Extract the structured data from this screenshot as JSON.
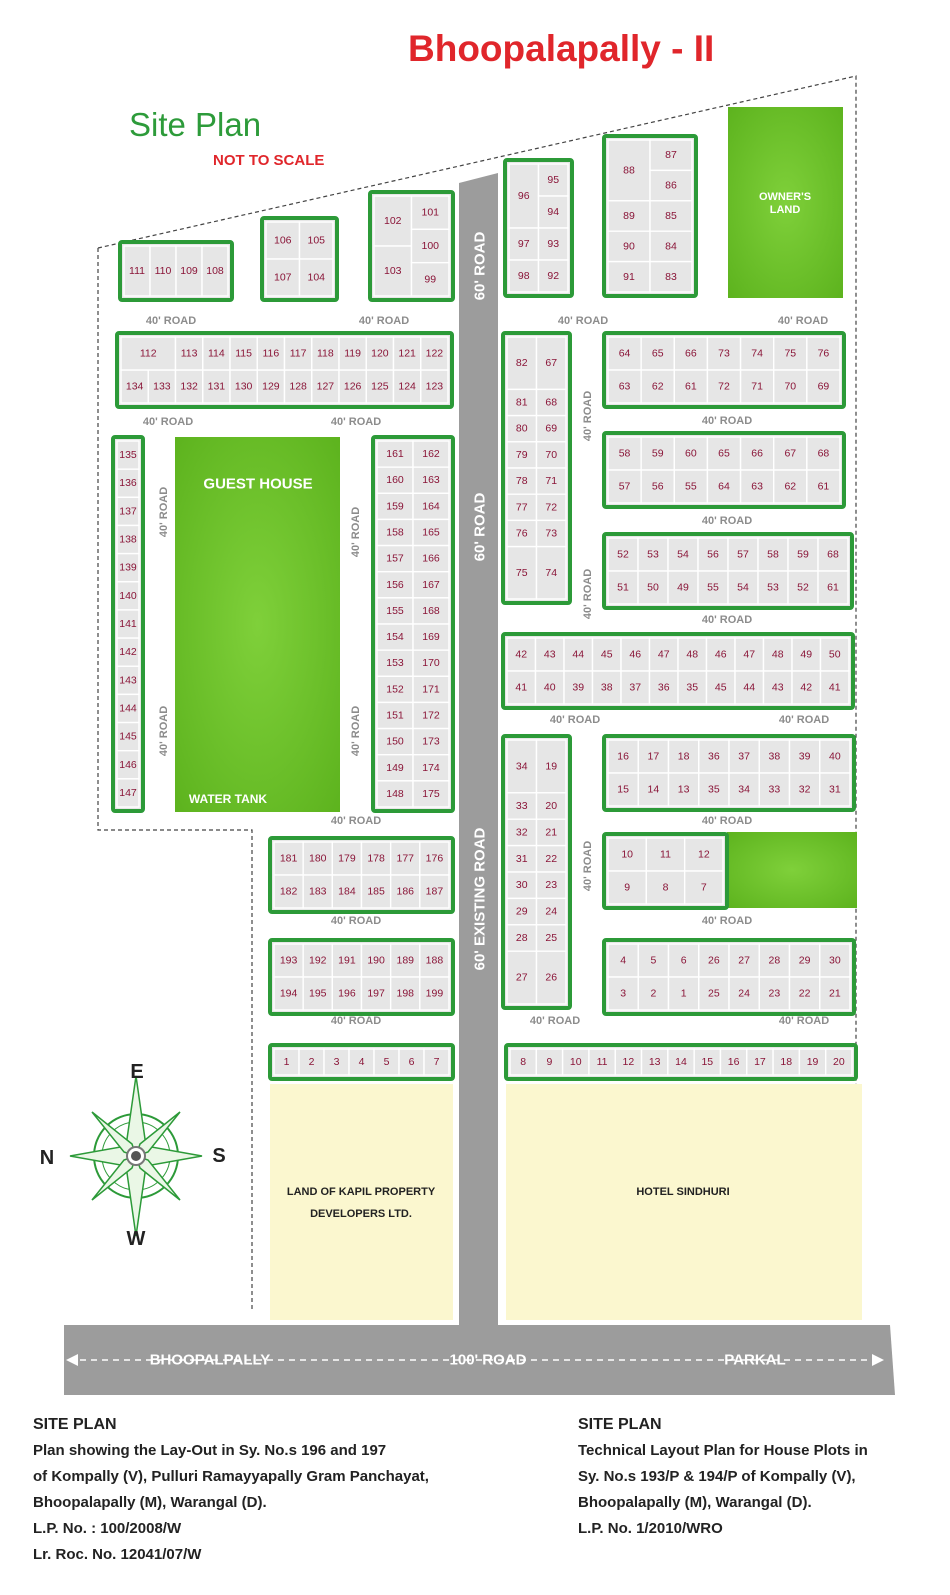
{
  "title": "Bhoopalapally - II",
  "subtitle": "Site Plan",
  "scale_note": "NOT TO SCALE",
  "colors": {
    "title": "#e0262b",
    "subtitle": "#2d9b3a",
    "green_fill": "#6cc127",
    "plot_fill": "#e6e6e6",
    "plot_border": "#2c9a38",
    "plot_number": "#8a1538",
    "road": "#9c9c9c",
    "land_fill": "#fbf7cf"
  },
  "zones": {
    "guest_house": "GUEST HOUSE",
    "water_tank": "WATER TANK",
    "owners_land_1": "OWNER'S",
    "owners_land_2": "LAND",
    "kapil_1": "LAND OF KAPIL PROPERTY",
    "kapil_2": "DEVELOPERS LTD.",
    "hotel": "HOTEL SINDHURI"
  },
  "roads": {
    "r40": "40' ROAD",
    "r60": "60' ROAD",
    "r60_existing": "60' EXISTING ROAD",
    "r100": "100' ROAD",
    "west_end": "BHOOPALPALLY",
    "east_end": "PARKAL"
  },
  "compass": {
    "n": "N",
    "s": "S",
    "e": "E",
    "w": "W"
  },
  "note_left": {
    "heading": "SITE PLAN",
    "lines": [
      "Plan showing the Lay-Out in Sy. No.s 196 and 197",
      "of Kompally (V), Pulluri Ramayyapally Gram Panchayat,",
      "Bhoopalapally (M), Warangal (D).",
      "L.P. No. : 100/2008/W",
      "Lr. Roc. No. 12041/07/W"
    ]
  },
  "note_right": {
    "heading": "SITE PLAN",
    "lines": [
      "Technical Layout Plan for House Plots in",
      "Sy. No.s 193/P & 194/P of Kompally (V),",
      "Bhoopalapally (M), Warangal (D).",
      "L.P. No. 1/2010/WRO"
    ]
  },
  "plots": [
    {
      "id": "A",
      "rows": [
        [
          111,
          110,
          109,
          108
        ]
      ]
    },
    {
      "id": "B",
      "rows": [
        [
          106,
          105
        ],
        [
          107,
          104
        ]
      ]
    },
    {
      "id": "C",
      "rows": [
        [
          101
        ],
        [
          100
        ],
        [
          99
        ]
      ],
      "big": [
        102,
        103
      ]
    },
    {
      "id": "D",
      "rows": [
        [
          96,
          95
        ],
        [
          96,
          94
        ],
        [
          97,
          93
        ],
        [
          98,
          92
        ]
      ]
    },
    {
      "id": "E",
      "rows": [
        [
          88,
          87
        ],
        [
          88,
          86
        ],
        [
          89,
          85
        ],
        [
          90,
          84
        ],
        [
          91,
          83
        ]
      ]
    },
    {
      "id": "F",
      "rows": [
        [
          112,
          113,
          114,
          115,
          116,
          117,
          118,
          119,
          120,
          121,
          122
        ],
        [
          134,
          133,
          132,
          131,
          130,
          129,
          128,
          127,
          126,
          125,
          124,
          123
        ]
      ]
    },
    {
      "id": "G",
      "rows": [
        [
          135,
          136,
          137,
          138,
          139,
          140,
          141,
          142,
          143,
          144,
          145,
          146,
          147
        ]
      ]
    },
    {
      "id": "H",
      "rows": [
        [
          161,
          162
        ],
        [
          160,
          163
        ],
        [
          159,
          164
        ],
        [
          158,
          165
        ],
        [
          157,
          166
        ],
        [
          156,
          167
        ],
        [
          155,
          168
        ],
        [
          154,
          169
        ],
        [
          153,
          170
        ],
        [
          152,
          171
        ],
        [
          151,
          172
        ],
        [
          150,
          173
        ],
        [
          149,
          174
        ],
        [
          148,
          175
        ]
      ]
    },
    {
      "id": "I",
      "rows": [
        [
          82,
          67
        ],
        [
          81,
          68
        ],
        [
          80,
          69
        ],
        [
          79,
          70
        ],
        [
          78,
          71
        ],
        [
          77,
          72
        ],
        [
          76,
          73
        ],
        [
          75,
          74
        ]
      ]
    },
    {
      "id": "J",
      "rows": [
        [
          64,
          65,
          66,
          73,
          74,
          75,
          76
        ],
        [
          63,
          62,
          61,
          72,
          71,
          70,
          69
        ]
      ]
    },
    {
      "id": "K",
      "rows": [
        [
          58,
          59,
          60,
          65,
          66,
          67,
          68
        ],
        [
          57,
          56,
          55,
          64,
          63,
          62,
          61
        ]
      ]
    },
    {
      "id": "L",
      "rows": [
        [
          52,
          53,
          54,
          56,
          57,
          58,
          59,
          68
        ],
        [
          51,
          50,
          49,
          55,
          54,
          53,
          52,
          61
        ]
      ]
    },
    {
      "id": "M",
      "rows": [
        [
          42,
          43,
          44,
          45,
          46,
          47,
          48,
          46,
          47,
          48,
          49,
          50
        ],
        [
          41,
          40,
          39,
          38,
          37,
          36,
          35,
          45,
          44,
          43,
          42,
          41
        ]
      ]
    },
    {
      "id": "N",
      "rows": [
        [
          34,
          19
        ],
        [
          33,
          20
        ],
        [
          32,
          21
        ],
        [
          31,
          22
        ],
        [
          30,
          23
        ],
        [
          29,
          24
        ],
        [
          28,
          25
        ],
        [
          27,
          26
        ]
      ]
    },
    {
      "id": "O",
      "rows": [
        [
          16,
          17,
          18,
          36,
          37,
          38,
          39,
          40
        ],
        [
          15,
          14,
          13,
          35,
          34,
          33,
          32,
          31
        ]
      ]
    },
    {
      "id": "P",
      "rows": [
        [
          181,
          180,
          179,
          178,
          177,
          176
        ],
        [
          182,
          183,
          184,
          185,
          186,
          187
        ]
      ]
    },
    {
      "id": "Q",
      "rows": [
        [
          10,
          11,
          12
        ],
        [
          9,
          8,
          7
        ]
      ]
    },
    {
      "id": "R",
      "rows": [
        [
          193,
          192,
          191,
          190,
          189,
          188
        ],
        [
          194,
          195,
          196,
          197,
          198,
          199
        ]
      ]
    },
    {
      "id": "S",
      "rows": [
        [
          4,
          5,
          6,
          26,
          27,
          28,
          29,
          30
        ],
        [
          3,
          2,
          1,
          25,
          24,
          23,
          22,
          21
        ]
      ]
    },
    {
      "id": "T",
      "rows": [
        [
          1,
          2,
          3,
          4,
          5,
          6,
          7
        ]
      ]
    },
    {
      "id": "U",
      "rows": [
        [
          8,
          9,
          10,
          11,
          12,
          13,
          14,
          15,
          16,
          17,
          18,
          19,
          20
        ]
      ]
    }
  ]
}
